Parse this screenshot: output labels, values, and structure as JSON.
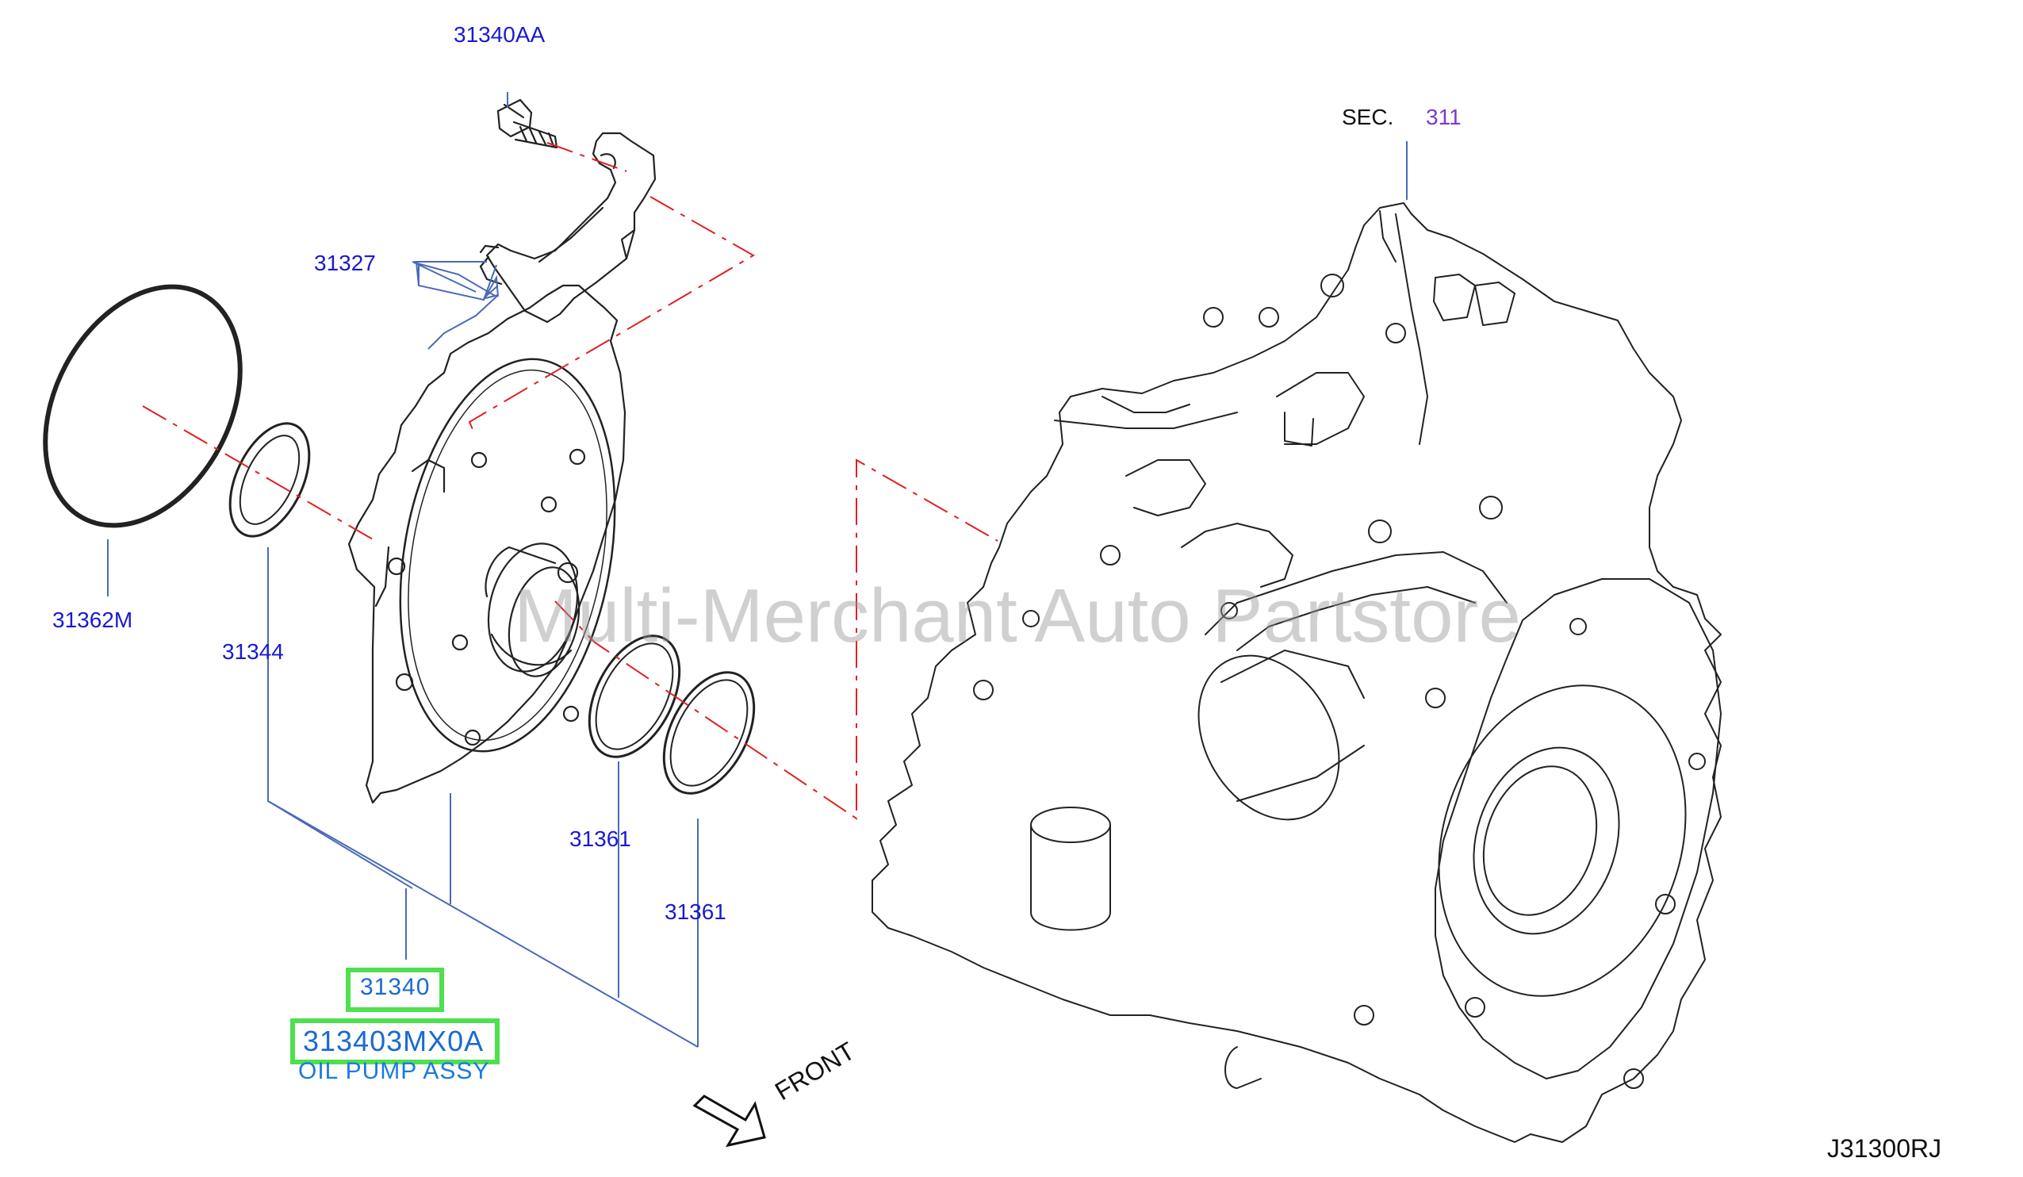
{
  "diagram": {
    "callouts": {
      "bolt": "31340AA",
      "bracket": "31327",
      "o_ring_large": "31362M",
      "seal": "31344",
      "seal_ring_1": "31361",
      "seal_ring_2": "31361",
      "section_prefix": "SEC.",
      "section_number": "311"
    },
    "assembly": {
      "part_number": "31340",
      "full_part_number": "313403MX0A",
      "description": "OIL PUMP ASSY"
    },
    "watermark": "Multi-Merchant Auto Partstore",
    "direction_label": "FRONT",
    "diagram_code": "J31300RJ",
    "colors": {
      "callout": "#1a1ad0",
      "section_number": "#7a3ccf",
      "leader_line": "#4a6ab8",
      "center_line": "#e02020",
      "highlight": "#4ee04e",
      "drawing": "#222222"
    }
  }
}
